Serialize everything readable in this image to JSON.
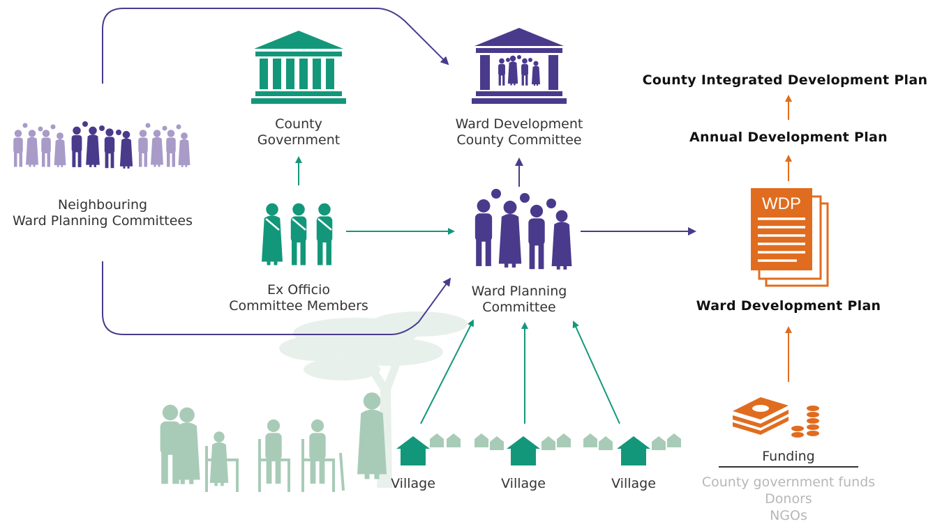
{
  "colors": {
    "green": "#13977a",
    "purple": "#4a3a8c",
    "lavender": "#a89bc8",
    "orange": "#e06c1f",
    "sage": "#a8cbb7",
    "grey_text": "#b7b7b7"
  },
  "nodes": {
    "county_government": {
      "line1": "County",
      "line2": "Government",
      "icon": "government-building-icon"
    },
    "ward_dev_county_committee": {
      "line1": "Ward Development",
      "line2": "County Committee",
      "icon": "assembly-building-people-icon"
    },
    "neighbouring": {
      "line1": "Neighbouring",
      "line2": "Ward Planning Committees",
      "icon": "crowd-icon"
    },
    "ex_officio": {
      "line1": "Ex Officio",
      "line2": "Committee Members",
      "icon": "officials-icon"
    },
    "ward_planning_committee": {
      "line1": "Ward Planning",
      "line2": "Committee",
      "icon": "committee-group-icon"
    },
    "villages": [
      {
        "label": "Village",
        "icon": "village-houses-icon"
      },
      {
        "label": "Village",
        "icon": "village-houses-icon"
      },
      {
        "label": "Village",
        "icon": "village-houses-icon"
      }
    ],
    "wdp_document": {
      "badge": "WDP",
      "icon": "document-stack-icon"
    },
    "ward_development_plan": "Ward Development Plan",
    "annual_development_plan": "Annual Development Plan",
    "county_integrated_plan": "County Integrated Development Plan",
    "funding": {
      "title": "Funding",
      "sources": [
        "County government funds",
        "Donors",
        "NGOs"
      ],
      "icon": "money-icon"
    }
  }
}
